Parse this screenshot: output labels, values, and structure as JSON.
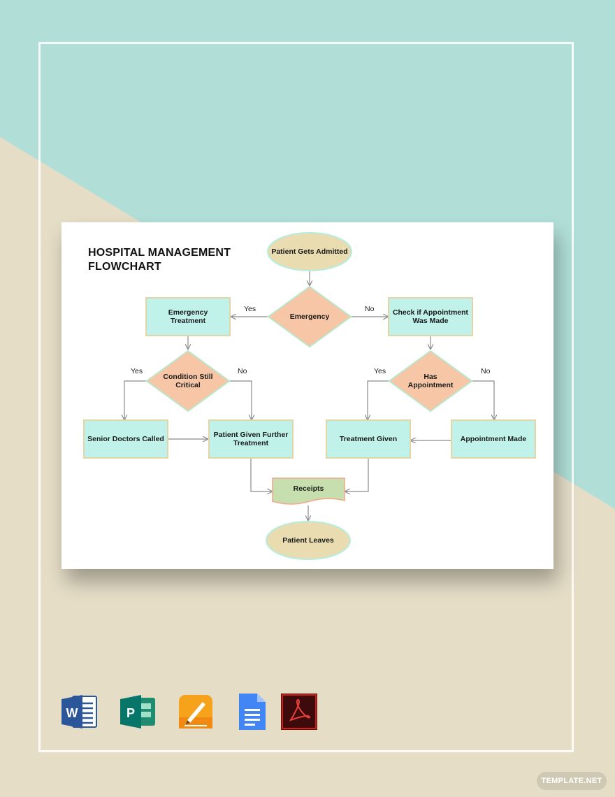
{
  "flowchart": {
    "title_line1": "HOSPITAL MANAGEMENT",
    "title_line2": "FLOWCHART",
    "nodes": {
      "start": "Patient Gets Admitted",
      "emergency": "Emergency",
      "emergency_treatment": "Emergency Treatment",
      "check_appointment": "Check if Appointment Was Made",
      "condition_critical": "Condition Still Critical",
      "has_appointment": "Has Appointment",
      "senior_doctors": "Senior Doctors Called",
      "further_treatment": "Patient Given Further Treatment",
      "treatment_given": "Treatment Given",
      "appointment_made": "Appointment Made",
      "receipts": "Receipts",
      "end": "Patient Leaves"
    },
    "edge_labels": {
      "emergency_yes": "Yes",
      "emergency_no": "No",
      "critical_yes": "Yes",
      "critical_no": "No",
      "appointment_yes": "Yes",
      "appointment_no": "No"
    },
    "colors": {
      "terminal_fill": "#e8dcb0",
      "terminal_stroke": "#b7ece0",
      "decision_fill": "#f6c6a6",
      "decision_stroke": "#b9e6c8",
      "process_fill": "#c0f2ea",
      "process_stroke": "#e2d6a8",
      "document_fill": "#c7dfae",
      "document_stroke": "#f0a98a",
      "arrow": "#8a8a8a"
    }
  },
  "format_icons": [
    "word-icon",
    "publisher-icon",
    "pages-icon",
    "google-docs-icon",
    "pdf-icon"
  ],
  "watermark": "TEMPLATE.NET",
  "background_colors": {
    "teal": "#b1dfd8",
    "beige": "#e5ddc6"
  }
}
